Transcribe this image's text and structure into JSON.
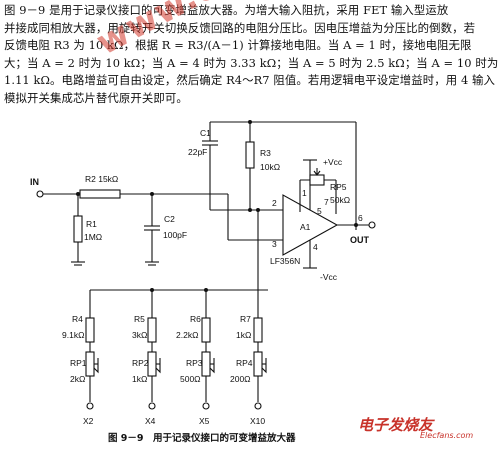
{
  "description_lines": [
    "图 9－9 是用于记录仪接口的可变增益放大器。为增大输入阻抗，采用 FET 输入型运放",
    "并接成同相放大器，用旋转开关切换反馈回路的电阻分压比。因电压增益为分压比的倒数，若",
    "反馈电阻 R3 为 10 kΩ，根据 R = R3/(A－1) 计算接地电阻。当 A = 1 时，接地电阻无限",
    "大；当 A = 2 时为 10 kΩ；当 A = 4 时为 3.33 kΩ；当 A = 5 时为 2.5 kΩ；当 A = 10 时为",
    "1.11 kΩ。电路增益可自由设定，然后确定 R4～R7 阻值。若用逻辑电平设定增益时，用 4 输入",
    "模拟开关集成芯片替代原开关即可。"
  ],
  "watermark": "www.elecfans.com",
  "schematic": {
    "in": "IN",
    "out": "OUT",
    "r2": "R2  15kΩ",
    "r1_name": "R1",
    "r1_val": "1MΩ",
    "c2_name": "C2",
    "c2_val": "100pF",
    "c1_name": "C1",
    "c1_val": "22pF",
    "r3_name": "R3",
    "r3_val": "10kΩ",
    "vcc_pos": "+Vcc",
    "vcc_neg": "-Vcc",
    "rp5_name": "RP5",
    "rp5_val": "50kΩ",
    "opamp": "A1",
    "ic": "LF356N",
    "pins": [
      "1",
      "2",
      "3",
      "4",
      "5",
      "6",
      "7"
    ],
    "branches": [
      {
        "r_name": "R4",
        "r_val": "9.1kΩ",
        "rp_name": "RP1",
        "rp_val": "2kΩ",
        "tap": "X2"
      },
      {
        "r_name": "R5",
        "r_val": "3kΩ",
        "rp_name": "RP2",
        "rp_val": "1kΩ",
        "tap": "X4"
      },
      {
        "r_name": "R6",
        "r_val": "2.2kΩ",
        "rp_name": "RP3",
        "rp_val": "500Ω",
        "tap": "X5"
      },
      {
        "r_name": "R7",
        "r_val": "1kΩ",
        "rp_name": "RP4",
        "rp_val": "200Ω",
        "tap": "X10"
      }
    ]
  },
  "caption": "图 9－9　用于记录仪接口的可变增益放大器",
  "logo": "电子发烧友",
  "logo_url": "Elecfans.com"
}
